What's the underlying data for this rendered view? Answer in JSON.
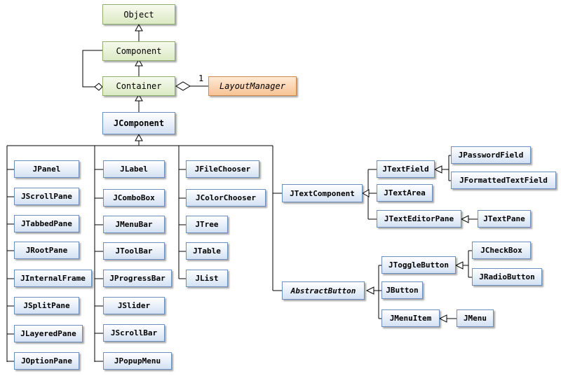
{
  "core": {
    "object": "Object",
    "component": "Component",
    "container": "Container",
    "layout_manager": "LayoutManager",
    "multiplicity": "1",
    "jcomponent": "JComponent"
  },
  "col1": [
    "JPanel",
    "JScrollPane",
    "JTabbedPane",
    "JRootPane",
    "JInternalFrame",
    "JSplitPane",
    "JLayeredPane",
    "JOptionPane"
  ],
  "col2": [
    "JLabel",
    "JComboBox",
    "JMenuBar",
    "JToolBar",
    "JProgressBar",
    "JSlider",
    "JScrollBar",
    "JPopupMenu"
  ],
  "col3": [
    "JFileChooser",
    "JColorChooser",
    "JTree",
    "JTable",
    "JList"
  ],
  "text": {
    "jtextcomponent": "JTextComponent",
    "jtextfield": "JTextField",
    "jtextarea": "JTextArea",
    "jtexteditorpane": "JTextEditorPane",
    "jpasswordfield": "JPasswordField",
    "jformattedtextfield": "JFormattedTextField",
    "jtextpane": "JTextPane"
  },
  "buttons": {
    "abstractbutton": "AbstractButton",
    "jtogglebutton": "JToggleButton",
    "jbutton": "JButton",
    "jmenuitem": "JMenuItem",
    "jcheckbox": "JCheckBox",
    "jradiobutton": "JRadioButton",
    "jmenu": "JMenu"
  },
  "colors": {
    "green_fill": "#dceac4",
    "green_border": "#8fb070",
    "orange_fill": "#f7c395",
    "orange_border": "#d08a4c",
    "blue_fill": "#d3e1f3",
    "blue_border": "#6d8fbf",
    "line": "#000000"
  }
}
